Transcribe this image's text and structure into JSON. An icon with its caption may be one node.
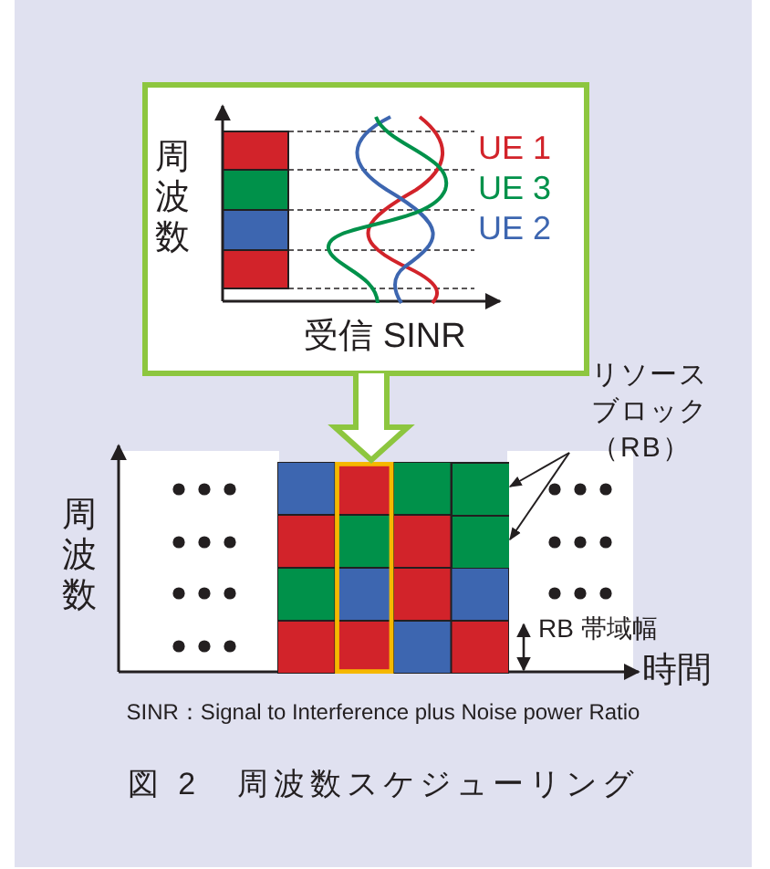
{
  "diagram": {
    "caption": "図 2　周波数スケジューリング",
    "nodes": [
      {
        "text": [
          "周波数",
          "UE 1",
          "UE 3",
          "UE 2",
          "受信 SINR"
        ]
      },
      {
        "text": [],
        "shape": "box"
      },
      {
        "text": [
          "リソースブロック（RB）"
        ]
      },
      {
        "text": [],
        "shape": "box",
        "in": 1
      },
      {
        "text": [],
        "shape": "box",
        "in": 1
      }
    ],
    "edges": [
      {
        "from": 0,
        "to": 1,
        "arrow": "to",
        "style": "thick",
        "color": "#8dc63f"
      },
      {
        "from": 2,
        "to": 3,
        "arrow": "to"
      },
      {
        "from": 2,
        "to": 4,
        "arrow": "to"
      }
    ],
    "labels": [
      "周波数",
      "RB 帯域幅",
      "時間",
      "SINR：Signal to Interference plus Noise power Ratio"
    ]
  }
}
